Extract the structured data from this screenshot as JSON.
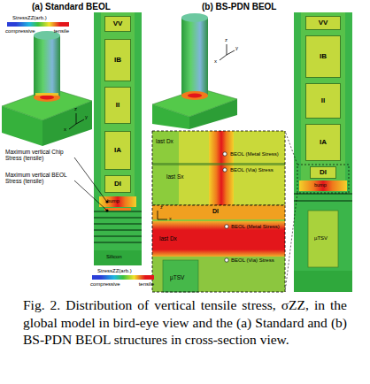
{
  "diagram": {
    "caption": "Fig. 2. Distribution of vertical tensile stress, σZZ, in the global model in bird-eye view and the (a) Standard and (b) BS-PDN BEOL structures in cross-section view.",
    "nodes": [
      {
        "text": [
          "VV"
        ]
      },
      {
        "text": [
          "IB"
        ]
      },
      {
        "text": [
          "II"
        ]
      },
      {
        "text": [
          "IA"
        ]
      },
      {
        "text": [
          "DI"
        ]
      },
      {
        "text": [
          "VV"
        ]
      },
      {
        "text": [
          "IB"
        ]
      },
      {
        "text": [
          "II"
        ]
      },
      {
        "text": [
          "IA"
        ]
      },
      {
        "text": [
          "DI"
        ]
      }
    ],
    "labels": [
      "(a) Standard BEOL",
      "(b) BS-PDN BEOL",
      "StressZZ(arb.)",
      "z",
      "y",
      "x",
      "Maximum vertical Chip Stress (tensile)",
      "Maximum vertical BEOL Stress (tensile)",
      "bump",
      "Silicon",
      "z",
      "y",
      "x",
      "last Dx",
      "last Sx",
      "BEOL (Metal Stress)",
      "BEOL (Via) Stress",
      "DI",
      "last Dx",
      "BEOL (Metal Stress)",
      "BEOL (Via) Stress",
      "µTSV",
      "z",
      "x",
      "bump",
      "µTSV",
      "StressZZ(arb.)"
    ],
    "legend": [
      {
        "text": "compressive",
        "color": "#2b3fd8"
      },
      {
        "text": "tensile",
        "color": "#e3161b"
      },
      {
        "text": "compressive",
        "color": "#2b3fd8"
      },
      {
        "text": "tensile",
        "color": "#e3161b"
      }
    ]
  }
}
